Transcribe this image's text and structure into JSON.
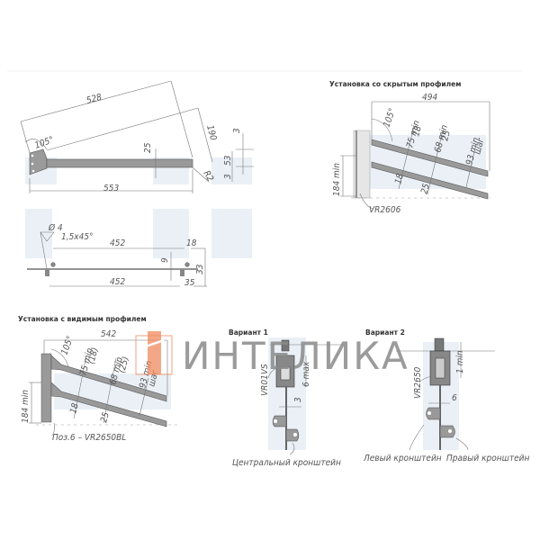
{
  "drawing_1": {
    "dims": {
      "top_length": "528",
      "angle": "105°",
      "total_length": "553",
      "height_25": "25",
      "diag_190": "190",
      "radius": "R2",
      "d3_top": "3",
      "d53": "53",
      "d3_bottom": "3"
    }
  },
  "drawing_2": {
    "dims": {
      "hole": "Ø 4",
      "chamfer": "1,5x45°",
      "top_452": "452",
      "bottom_452": "452",
      "d18": "18",
      "d9": "9",
      "d33": "33",
      "d35": "35"
    }
  },
  "hidden_profile": {
    "title": "Установка со скрытым профилем",
    "dims": {
      "width": "494",
      "angle": "105°",
      "min75": "75 min",
      "d18a": "18",
      "min68": "68 min",
      "d25a": "25",
      "min93": "93 min",
      "step": "шаг",
      "min184": "184 min",
      "d18b": "18",
      "d25b": "25"
    },
    "part_label": "VR2606"
  },
  "visible_profile": {
    "title": "Установка с видимым профилем",
    "dims": {
      "width": "542",
      "angle": "105°",
      "min75": "75 min",
      "d18a": "(18)",
      "min68": "68 min",
      "d25a": "(25)",
      "min93": "93 min",
      "step": "шаг",
      "min184": "184 min",
      "d18b": "18",
      "d25b": "25"
    },
    "part_label": "Поз.6 – VR2650BL"
  },
  "variant_1": {
    "title": "Вариант 1",
    "part_label": "VR01VS",
    "dim_max": "6 max",
    "dim_3": "3",
    "caption": "Центральный кронштейн"
  },
  "variant_2": {
    "title": "Вариант 2",
    "part_label": "VR2650",
    "dim_min": "1 min",
    "dim_6": "6",
    "caption_left": "Левый кронштейн",
    "caption_right": "Правый кронштейн"
  },
  "watermark": {
    "text": "ИНТЕЛИКА",
    "logo_color": "#f08a5d",
    "text_color": "#8a8a8a"
  }
}
